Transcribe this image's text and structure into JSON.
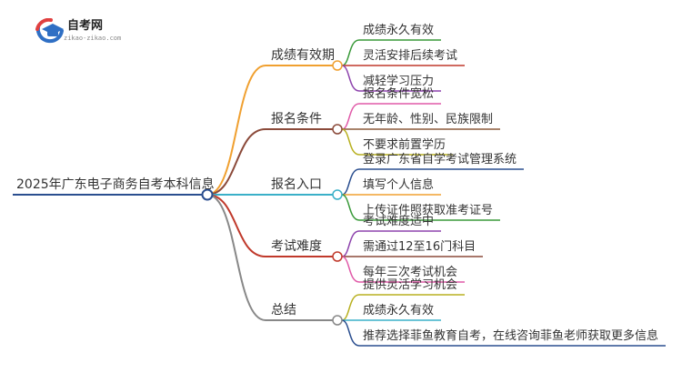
{
  "logo": {
    "title": "自考网",
    "url": "zikao-zikao.com",
    "icon": "graduation-cap-icon"
  },
  "root": {
    "label": "2025年广东电子商务自考本科信息",
    "color": "#2a4e8f"
  },
  "branches": [
    {
      "label": "成绩有效期",
      "color": "#f0a030",
      "children": [
        {
          "label": "成绩永久有效",
          "color": "#3a9a3a"
        },
        {
          "label": "灵活安排后续考试",
          "color": "#c0392b"
        },
        {
          "label": "减轻学习压力",
          "color": "#8e44ad"
        }
      ]
    },
    {
      "label": "报名条件",
      "color": "#8b4a3a",
      "children": [
        {
          "label": "报名条件宽松",
          "color": "#e05aa8"
        },
        {
          "label": "无年龄、性别、民族限制",
          "color": "#8b5a3a"
        },
        {
          "label": "不要求前置学历",
          "color": "#b8b020"
        }
      ]
    },
    {
      "label": "报名入口",
      "color": "#3ab0c8",
      "children": [
        {
          "label": "登录广东省自学考试管理系统",
          "color": "#2a4e8f"
        },
        {
          "label": "填写个人信息",
          "color": "#f0a030"
        },
        {
          "label": "上传证件照获取准考证号",
          "color": "#3a9a3a"
        }
      ]
    },
    {
      "label": "考试难度",
      "color": "#c0392b",
      "children": [
        {
          "label": "考试难度适中",
          "color": "#8e44ad"
        },
        {
          "label": "需通过12至16门科目",
          "color": "#8b4a3a"
        },
        {
          "label": "每年三次考试机会",
          "color": "#e05aa8"
        }
      ]
    },
    {
      "label": "总结",
      "color": "#888888",
      "children": [
        {
          "label": "提供灵活学习机会",
          "color": "#b8b020"
        },
        {
          "label": "成绩永久有效",
          "color": "#3ab0c8"
        },
        {
          "label": "推荐选择菲鱼教育自考，在线咨询菲鱼老师获取更多信息",
          "color": "#2a4e8f"
        }
      ]
    }
  ]
}
